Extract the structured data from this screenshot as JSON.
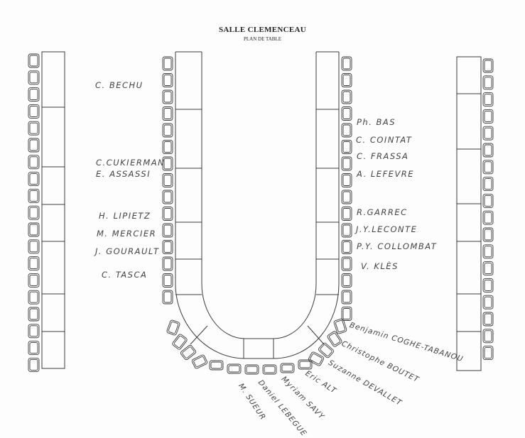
{
  "header": {
    "title": "SALLE CLEMENCEAU",
    "subtitle": "PLAN DE TABLE"
  },
  "left_names": [
    "C. BECHU",
    "C.CUKIERMAN",
    "E. ASSASSI",
    "H. LIPIETZ",
    "M. MERCIER",
    "J. GOURAULT",
    "C. TASCA"
  ],
  "right_names": [
    "Ph. BAS",
    "C. COINTAT",
    "C. FRASSA",
    "A. LEFEVRE",
    "R.GARREC",
    "J.Y.LECONTE",
    "P.Y. COLLOMBAT",
    "V. KLÈS"
  ],
  "bottom_names": [
    "Benjamin COGHE-TABANOU",
    "Christophe BOUTET",
    "Suzanne DEVALLET",
    "Eric ALT",
    "Myriam SAVY",
    "Daniel LEBEGUE",
    "M. SUEUR"
  ],
  "colors": {
    "ink": "#3a3a3a",
    "paper": "#fdfdfd"
  }
}
